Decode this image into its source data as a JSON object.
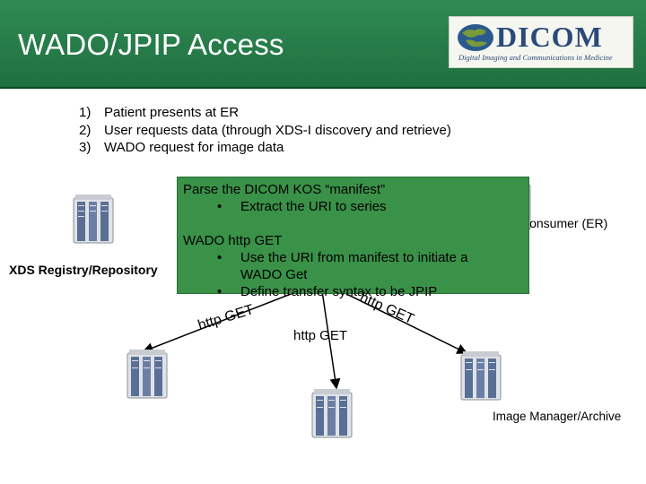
{
  "header": {
    "title": "WADO/JPIP Access",
    "logo_text": "DICOM",
    "logo_tagline": "Digital Imaging and Communications in Medicine"
  },
  "steps": [
    {
      "num": "1)",
      "text": "Patient presents at ER"
    },
    {
      "num": "2)",
      "text": "User requests data (through XDS-I discovery and retrieve)"
    },
    {
      "num": "3)",
      "text": "WADO request for image data"
    }
  ],
  "callout": {
    "parse_heading": "Parse the DICOM KOS “manifest”",
    "parse_bullet": "Extract the URI to series",
    "wado_heading": "WADO http GET",
    "wado_bullet1_line1": "Use the URI from manifest to initiate a",
    "wado_bullet1_line2": "WADO Get",
    "wado_bullet2": "Define transfer syntax to be JPIP",
    "bullet_char": "•"
  },
  "labels": {
    "registry": "XDS Registry/Repository",
    "consumer": "Consumer (ER)",
    "image_manager": "Image Manager/Archive",
    "http_get_left": "http GET",
    "http_get_center": "http GET",
    "http_get_right": "http GET"
  }
}
